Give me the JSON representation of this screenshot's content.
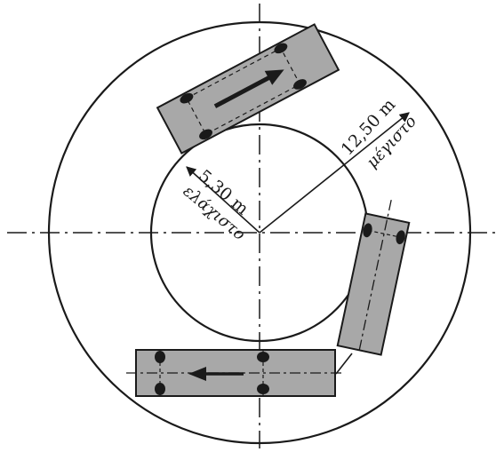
{
  "labels": {
    "min_value": "5,30 m",
    "min_word": "ελάχιστο",
    "max_value": "12,50 m",
    "max_word": "μέγιστο"
  },
  "colors": {
    "line": "#1a1a1a",
    "vehicle_fill": "#a8a8a8",
    "wheel": "#1a1a1a",
    "background": "#ffffff"
  }
}
